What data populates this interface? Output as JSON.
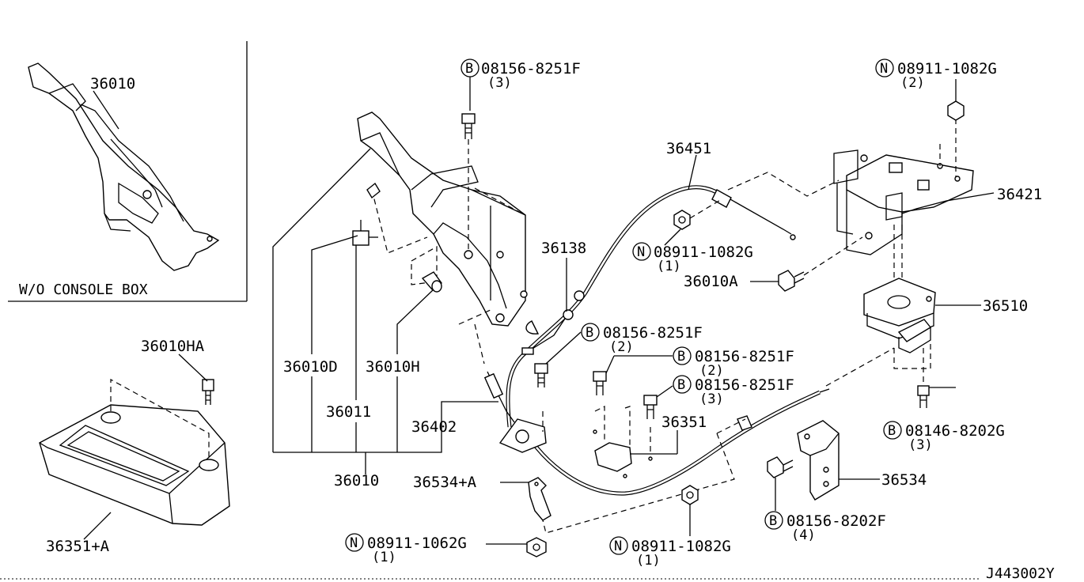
{
  "diagram": {
    "inset_caption": "W/O CONSOLE BOX",
    "ref_code": "J443002Y",
    "parts": {
      "p36010_inset": "36010",
      "p36010HA": "36010HA",
      "p36351A": "36351+A",
      "p36010D": "36010D",
      "p36010H": "36010H",
      "p36011": "36011",
      "p36010": "36010",
      "p36402": "36402",
      "p36534A": "36534+A",
      "p36138": "36138",
      "p36451": "36451",
      "p36010A": "36010A",
      "p36421": "36421",
      "p36510": "36510",
      "p36351": "36351",
      "p36534": "36534"
    },
    "fasteners": [
      {
        "prefix": "B",
        "code": "08156-8251F",
        "qty": "(3)"
      },
      {
        "prefix": "N",
        "code": "08911-1082G",
        "qty": "(2)"
      },
      {
        "prefix": "N",
        "code": "08911-1082G",
        "qty": "(1)"
      },
      {
        "prefix": "B",
        "code": "08156-8251F",
        "qty": "(2)"
      },
      {
        "prefix": "B",
        "code": "08156-8251F",
        "qty": "(2)"
      },
      {
        "prefix": "B",
        "code": "08156-8251F",
        "qty": "(3)"
      },
      {
        "prefix": "B",
        "code": "08146-8202G",
        "qty": "(3)"
      },
      {
        "prefix": "B",
        "code": "08156-8202F",
        "qty": "(4)"
      },
      {
        "prefix": "N",
        "code": "08911-1062G",
        "qty": "(1)"
      },
      {
        "prefix": "N",
        "code": "08911-1082G",
        "qty": "(1)"
      }
    ]
  }
}
